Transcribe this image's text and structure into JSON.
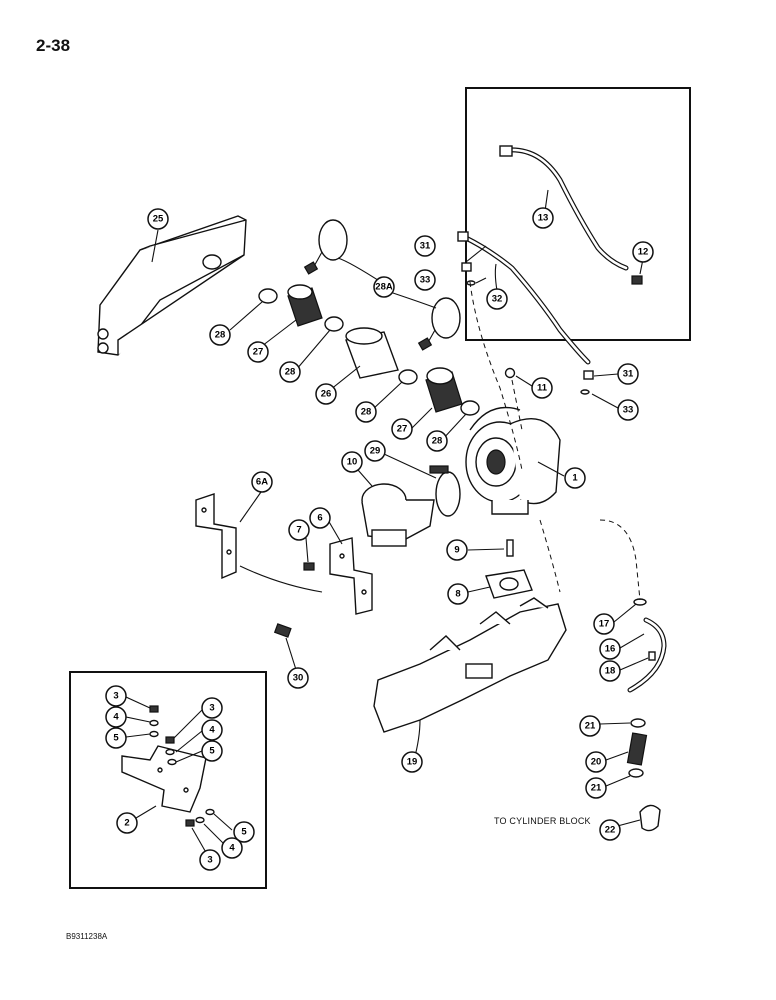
{
  "page_number": "2-38",
  "figure_code": "B9311238A",
  "note": "TO CYLINDER BLOCK",
  "callouts": [
    "1",
    "2",
    "3",
    "4",
    "5",
    "6",
    "6A",
    "7",
    "8",
    "9",
    "10",
    "11",
    "12",
    "13",
    "16",
    "17",
    "18",
    "19",
    "20",
    "21",
    "22",
    "25",
    "26",
    "27",
    "28",
    "28A",
    "29",
    "30",
    "31",
    "32",
    "33"
  ]
}
